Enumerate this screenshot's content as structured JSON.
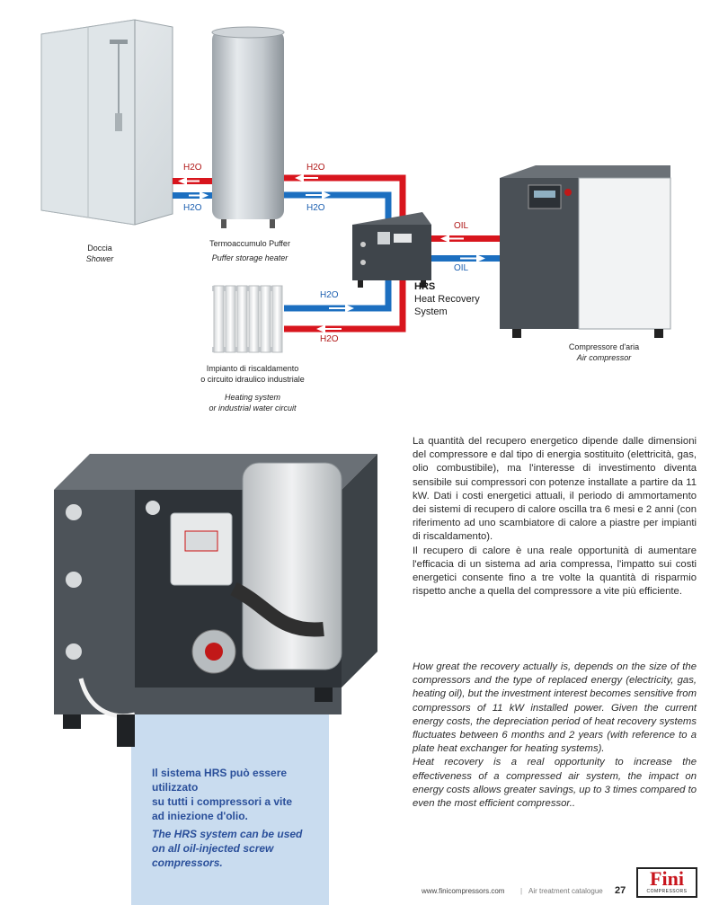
{
  "diagram": {
    "shower": {
      "label_it": "Doccia",
      "label_en": "Shower"
    },
    "puffer": {
      "label_it": "Termoaccumulo Puffer",
      "label_en": "Puffer storage heater"
    },
    "heating": {
      "label_it_1": "Impianto di riscaldamento",
      "label_it_2": "o circuito idraulico industriale",
      "label_en_1": "Heating system",
      "label_en_2": "or industrial water circuit"
    },
    "hrs": {
      "title": "HRS",
      "line1": "Heat Recovery",
      "line2": "System"
    },
    "compressor": {
      "label_it": "Compressore d'aria",
      "label_en": "Air compressor"
    },
    "h2o": "H2O",
    "oil": "OIL",
    "colors": {
      "hot": "#d8151d",
      "cold": "#1c6fc0"
    }
  },
  "text_it": {
    "p1": "La quantità del recupero energetico dipende dalle dimensioni del compressore e dal tipo di energia sostituito (elettricità, gas, olio combustibile), ma l'interesse di investimento diventa sensibile sui compressori con potenze installate a partire da 11 kW. Dati i costi energetici attuali, il periodo di ammortamento dei sistemi di recupero di calore oscilla tra 6 mesi e 2 anni (con riferimento ad uno scambiatore di calore a piastre per impianti di riscaldamento).",
    "p2": "Il recupero di calore è una reale opportunità di aumentare l'efficacia di un sistema ad aria compressa, l'impatto sui costi energetici consente fino a tre volte la quantità di risparmio rispetto anche a quella del compressore a vite più efficiente."
  },
  "text_en": {
    "p1": "How great the recovery actually is, depends on the size of the compressors and the type of replaced energy (electricity, gas, heating oil), but the investment interest becomes sensitive from compressors of 11 kW installed power. Given the current energy costs, the depreciation period of heat recovery systems fluctuates between 6 months and 2 years (with reference to a plate heat exchanger for heating systems).",
    "p2": "Heat recovery is a real opportunity to increase the effectiveness of a compressed air system, the impact on energy costs allows greater savings, up to 3 times compared to even the most efficient compressor.."
  },
  "callout": {
    "it_1": "Il sistema HRS può essere utilizzato",
    "it_2": "su tutti i compressori a vite",
    "it_3": "ad iniezione d'olio.",
    "en_1": "The HRS system can be used",
    "en_2": "on all oil-injected screw",
    "en_3": "compressors."
  },
  "footer": {
    "url": "www.finicompressors.com",
    "sep": "|",
    "catalogue": "Air treatment catalogue",
    "page": "27",
    "brand": "Fini",
    "brand_sub": "COMPRESSORS"
  }
}
